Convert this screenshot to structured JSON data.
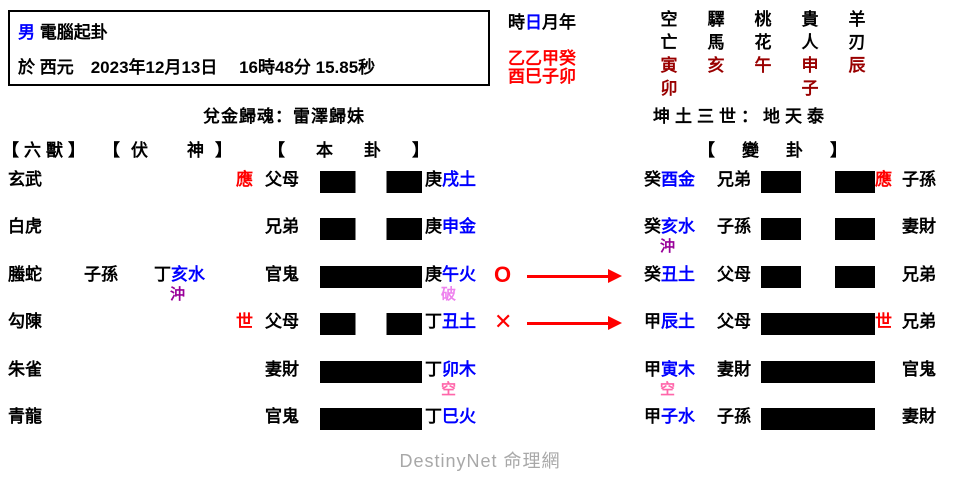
{
  "colors": {
    "branch_blue": "#0000FF",
    "marker_red": "#FF0000",
    "star_dark_red": "#990000",
    "chong_purple": "#990099",
    "po_violet": "#EE82EE",
    "kong_pink": "#FF66AA",
    "watermark_gray": "#A8A8A8"
  },
  "info_box": {
    "gender": "男",
    "method": "電腦起卦",
    "date_line": "於 西元　2023年12月13日　 16時48分 15.85秒"
  },
  "pillars": {
    "labels": "時日月年",
    "stems": "乙乙甲癸",
    "branches": "酉巳子卯"
  },
  "stars": [
    {
      "name": "空亡",
      "values": [
        "寅",
        "卯"
      ]
    },
    {
      "name": "驛馬",
      "values": [
        "亥"
      ]
    },
    {
      "name": "桃花",
      "values": [
        "午"
      ]
    },
    {
      "name": "貴人",
      "values": [
        "申",
        "子"
      ]
    },
    {
      "name": "羊刃",
      "values": [
        "辰"
      ]
    }
  ],
  "main_gua_title": "兌金歸魂：雷澤歸妹",
  "changed_gua_title": "坤土三世：地天泰",
  "column_headers": {
    "beasts": "【六獸】",
    "hidden": "【伏　神】",
    "main": "【　本　卦　】",
    "changed": "【　變　卦　】"
  },
  "rows": [
    {
      "beast": "玄武",
      "hidden": {
        "relation": "",
        "stem": "",
        "branch": "",
        "note": ""
      },
      "main": {
        "marker": "應",
        "relation": "父母",
        "line": "yin",
        "stem": "庚",
        "branch": "戌土",
        "note": ""
      },
      "change": {
        "symbol": ""
      },
      "changed": {
        "stem": "癸",
        "branch": "酉金",
        "note": "",
        "relation": "兄弟",
        "line": "yin",
        "marker": "應",
        "outcome": "子孫"
      }
    },
    {
      "beast": "白虎",
      "hidden": {
        "relation": "",
        "stem": "",
        "branch": "",
        "note": ""
      },
      "main": {
        "marker": "",
        "relation": "兄弟",
        "line": "yin",
        "stem": "庚",
        "branch": "申金",
        "note": ""
      },
      "change": {
        "symbol": ""
      },
      "changed": {
        "stem": "癸",
        "branch": "亥水",
        "note": "沖",
        "relation": "子孫",
        "line": "yin",
        "marker": "",
        "outcome": "妻財"
      }
    },
    {
      "beast": "螣蛇",
      "hidden": {
        "relation": "子孫",
        "stem": "丁",
        "branch": "亥水",
        "note": "沖"
      },
      "main": {
        "marker": "",
        "relation": "官鬼",
        "line": "yang",
        "stem": "庚",
        "branch": "午火",
        "note": "破"
      },
      "change": {
        "symbol": "O"
      },
      "changed": {
        "stem": "癸",
        "branch": "丑土",
        "note": "",
        "relation": "父母",
        "line": "yin",
        "marker": "",
        "outcome": "兄弟"
      }
    },
    {
      "beast": "勾陳",
      "hidden": {
        "relation": "",
        "stem": "",
        "branch": "",
        "note": ""
      },
      "main": {
        "marker": "世",
        "relation": "父母",
        "line": "yin",
        "stem": "丁",
        "branch": "丑土",
        "note": ""
      },
      "change": {
        "symbol": "✕"
      },
      "changed": {
        "stem": "甲",
        "branch": "辰土",
        "note": "",
        "relation": "父母",
        "line": "yang",
        "marker": "世",
        "outcome": "兄弟"
      }
    },
    {
      "beast": "朱雀",
      "hidden": {
        "relation": "",
        "stem": "",
        "branch": "",
        "note": ""
      },
      "main": {
        "marker": "",
        "relation": "妻財",
        "line": "yang",
        "stem": "丁",
        "branch": "卯木",
        "note": "空"
      },
      "change": {
        "symbol": ""
      },
      "changed": {
        "stem": "甲",
        "branch": "寅木",
        "note": "空",
        "relation": "妻財",
        "line": "yang",
        "marker": "",
        "outcome": "官鬼"
      }
    },
    {
      "beast": "青龍",
      "hidden": {
        "relation": "",
        "stem": "",
        "branch": "",
        "note": ""
      },
      "main": {
        "marker": "",
        "relation": "官鬼",
        "line": "yang",
        "stem": "丁",
        "branch": "巳火",
        "note": ""
      },
      "change": {
        "symbol": ""
      },
      "changed": {
        "stem": "甲",
        "branch": "子水",
        "note": "",
        "relation": "子孫",
        "line": "yang",
        "marker": "",
        "outcome": "妻財"
      }
    }
  ],
  "footer": "DestinyNet 命理網"
}
